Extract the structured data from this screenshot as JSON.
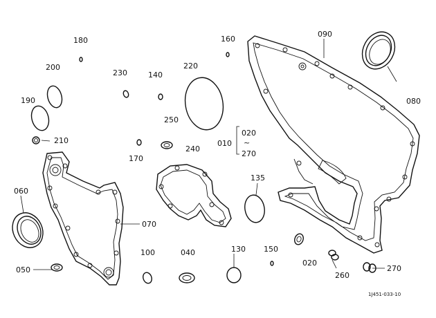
{
  "labels": {
    "p180": "180",
    "p200": "200",
    "p190": "190",
    "p210": "210",
    "p230": "230",
    "p140": "140",
    "p220": "220",
    "p160": "160",
    "p090": "090",
    "p080": "080",
    "p250": "250",
    "p170": "170",
    "p010": "010",
    "p020a": "020",
    "tilde": "~",
    "p270a": "270",
    "p240": "240",
    "p060": "060",
    "p135": "135",
    "p070": "070",
    "p100": "100",
    "p040": "040",
    "p130": "130",
    "p150": "150",
    "p020b": "020",
    "p260": "260",
    "p270b": "270",
    "p050": "050"
  },
  "drawing_code": "1J451-033-10"
}
